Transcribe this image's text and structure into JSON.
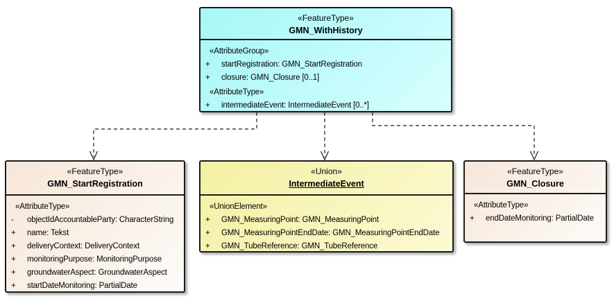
{
  "colors": {
    "background": "#ffffff",
    "border": "#1b1b1b",
    "connector": "#1a1a1a",
    "cyan_fill_start": "#a7f7f7",
    "cyan_fill_end": "#d8feff",
    "yellow_fill_start": "#f4f0a2",
    "yellow_fill_end": "#fcfad4",
    "peach_fill_start": "#f7e6d8",
    "peach_fill_end": "#fdfbf8"
  },
  "classes": [
    {
      "stereotype": "«FeatureType»",
      "name": "GMN_WithHistory",
      "rows": [
        {
          "m": "",
          "text": "«AttributeGroup»"
        },
        {
          "m": "+",
          "text": "startRegistration: GMN_StartRegistration"
        },
        {
          "m": "+",
          "text": "closure: GMN_Closure [0..1]"
        },
        {
          "m": "",
          "text": "«AttributeType»"
        },
        {
          "m": "+",
          "text": "intermediateEvent: IntermediateEvent [0..*]"
        }
      ]
    },
    {
      "stereotype": "«FeatureType»",
      "name": "GMN_StartRegistration",
      "rows": [
        {
          "m": "",
          "text": "«AttributeType»"
        },
        {
          "m": "-",
          "text": "objectIdAccountableParty: CharacterString"
        },
        {
          "m": "+",
          "text": "name: Tekst"
        },
        {
          "m": "+",
          "text": "deliveryContext: DeliveryContext"
        },
        {
          "m": "+",
          "text": "monitoringPurpose: MonitoringPurpose"
        },
        {
          "m": "+",
          "text": "groundwaterAspect: GroundwaterAspect"
        },
        {
          "m": "+",
          "text": "startDateMonitoring: PartialDate"
        }
      ]
    },
    {
      "stereotype": "«Union»",
      "name": "IntermediateEvent",
      "rows": [
        {
          "m": "",
          "text": "«UnionElement»"
        },
        {
          "m": "+",
          "text": "GMN_MeasuringPoint: GMN_MeasuringPoint"
        },
        {
          "m": "+",
          "text": "GMN_MeasuringPointEndDate: GMN_MeasuringPointEndDate"
        },
        {
          "m": "+",
          "text": "GMN_TubeReference: GMN_TubeReference"
        }
      ]
    },
    {
      "stereotype": "«FeatureType»",
      "name": "GMN_Closure",
      "rows": [
        {
          "m": "",
          "text": "«AttributeType»"
        },
        {
          "m": "+",
          "text": "endDateMonitoring: PartialDate"
        }
      ]
    }
  ]
}
